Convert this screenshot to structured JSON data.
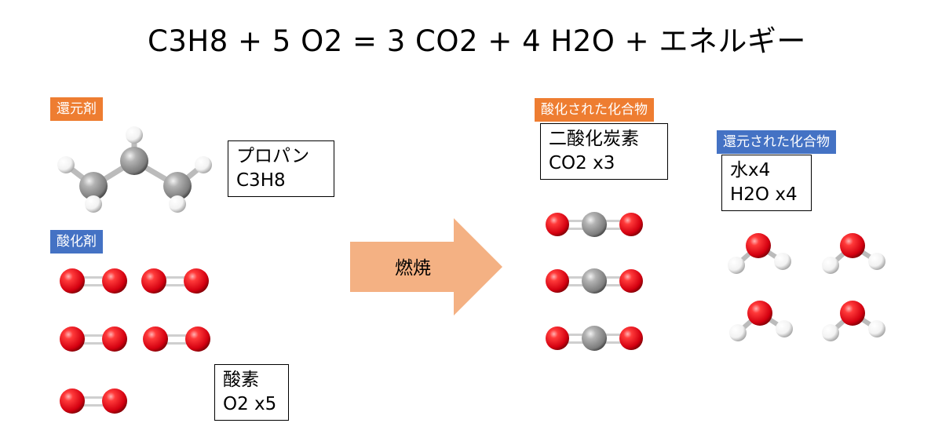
{
  "equation": "C3H8 + 5 O2 = 3 CO2 + 4 H2O + エネルギー",
  "reducing_agent": {
    "tag": "還元剤",
    "name": "プロパン",
    "formula": "C3H8"
  },
  "oxidizing_agent": {
    "tag": "酸化剤",
    "name": "酸素",
    "formula": "O2 x5"
  },
  "reaction": {
    "label": "燃焼"
  },
  "oxidized_compound": {
    "tag": "酸化された化合物",
    "name": "二酸化炭素",
    "formula": "CO2 x3"
  },
  "reduced_compound": {
    "tag": "還元された化合物",
    "name": "水x4",
    "formula": "H2O x4"
  },
  "colors": {
    "orange_tag": "#ee7d31",
    "blue_tag": "#4472c4",
    "arrow": "#f4b183",
    "oxygen": "#e8141c",
    "carbon": "#9a9a9a",
    "hydrogen": "#ffffff"
  }
}
